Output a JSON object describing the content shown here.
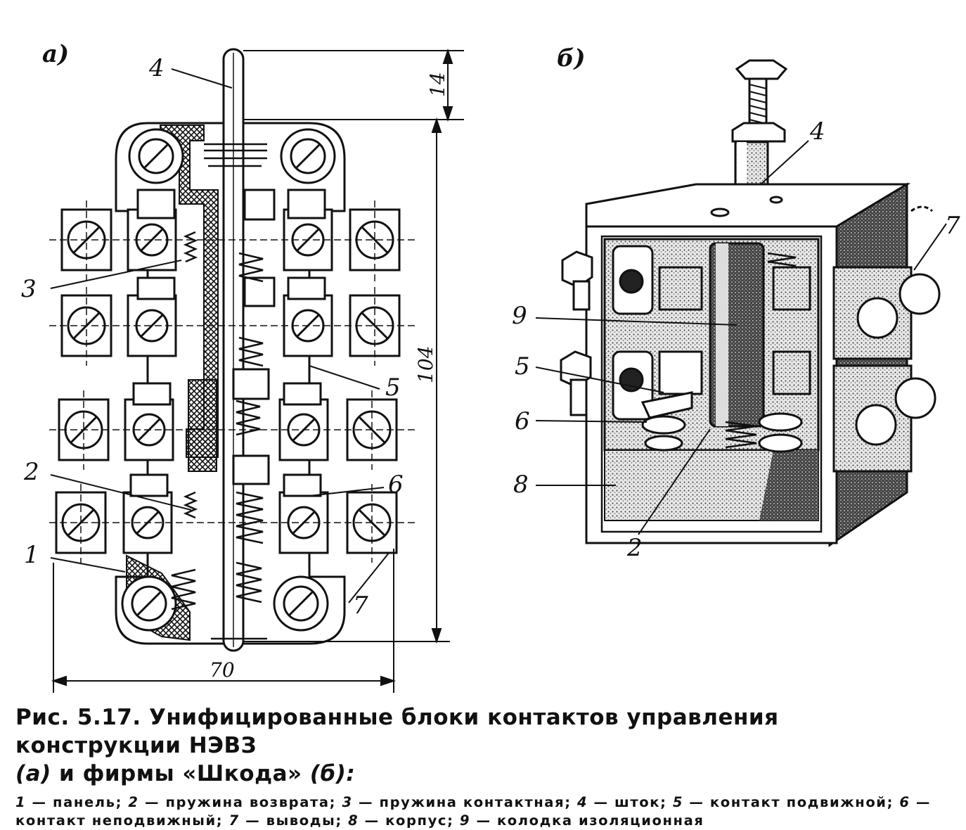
{
  "figure": {
    "panel_a": "а)",
    "panel_b": "б)",
    "dimensions": {
      "height_total": "104",
      "stem_extension": "14",
      "width": "70"
    },
    "labels_a": [
      "1",
      "2",
      "3",
      "4",
      "5",
      "6",
      "7"
    ],
    "labels_b": [
      "2",
      "4",
      "5",
      "6",
      "7",
      "8",
      "9"
    ]
  },
  "caption": {
    "title_line1": "Рис. 5.17. Унифицированные блоки контактов управления конструкции НЭВЗ",
    "title_line2_a": "(а)",
    "title_line2_mid": " и фирмы «Шкода» ",
    "title_line2_b": "(б):",
    "legend": [
      {
        "num": "1",
        "text": " — панель; "
      },
      {
        "num": "2",
        "text": " — пружина возврата; "
      },
      {
        "num": "3",
        "text": " — пружина контактная; "
      },
      {
        "num": "4",
        "text": " — шток; "
      },
      {
        "num": "5",
        "text": " — контакт подвижной; "
      },
      {
        "num": "6",
        "text": " — контакт неподвижный; "
      },
      {
        "num": "7",
        "text": " — выводы; "
      },
      {
        "num": "8",
        "text": " — корпус; "
      },
      {
        "num": "9",
        "text": " — колодка изоляционная"
      }
    ]
  }
}
